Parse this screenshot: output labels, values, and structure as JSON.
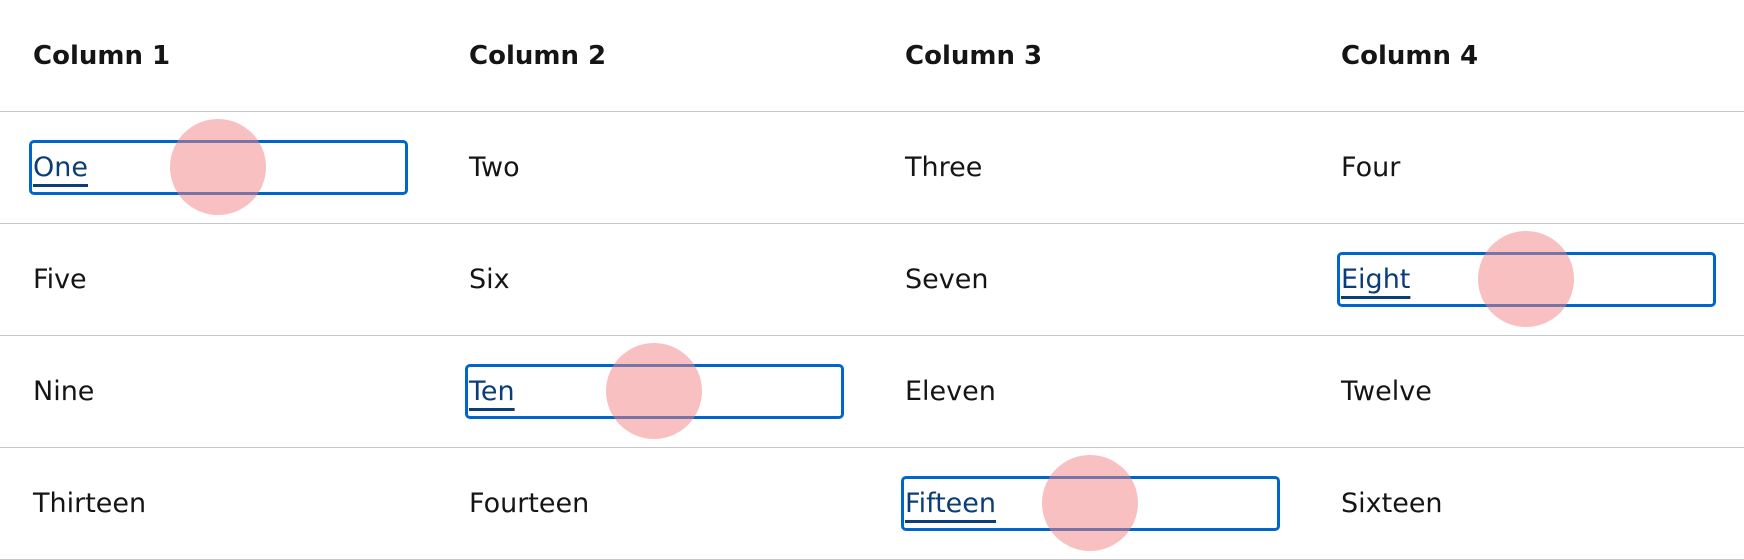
{
  "table": {
    "headers": [
      "Column 1",
      "Column 2",
      "Column 3",
      "Column 4"
    ],
    "rows": [
      [
        "One",
        "Two",
        "Three",
        "Four"
      ],
      [
        "Five",
        "Six",
        "Seven",
        "Eight"
      ],
      [
        "Nine",
        "Ten",
        "Eleven",
        "Twelve"
      ],
      [
        "Thirteen",
        "Fourteen",
        "Fifteen",
        "Sixteen"
      ]
    ],
    "focused_links": [
      "One",
      "Eight",
      "Ten",
      "Fifteen"
    ]
  },
  "colors": {
    "focus_outline": "#0066cc",
    "link": "#0b3d78",
    "touch_indicator": "#f28282",
    "row_border": "#c7c7c7"
  }
}
